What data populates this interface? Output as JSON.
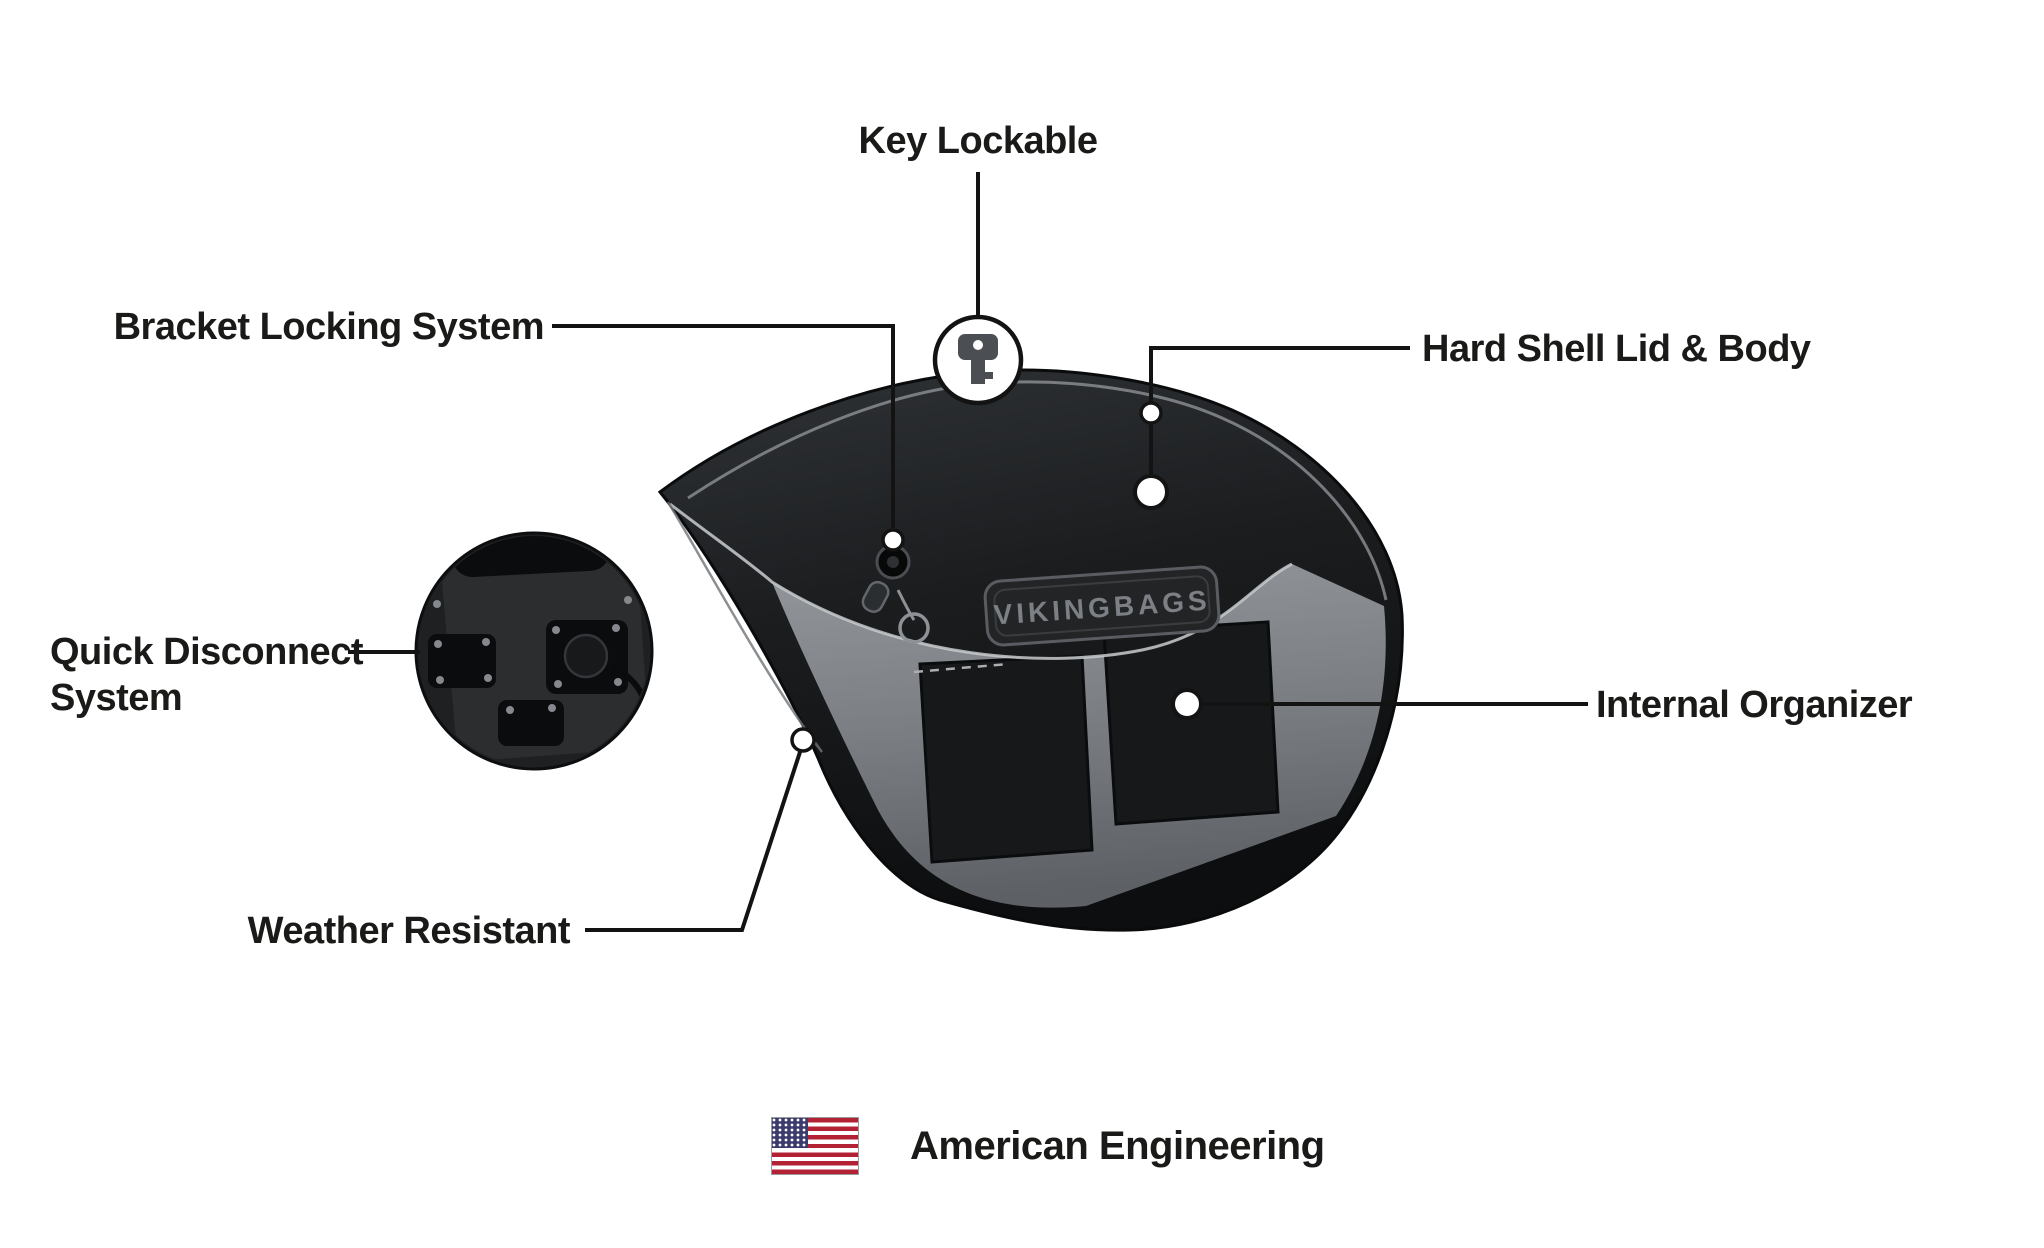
{
  "diagram": {
    "callouts": {
      "key_lockable": "Key Lockable",
      "bracket_locking_system": "Bracket Locking System",
      "hard_shell_lid_body": "Hard Shell Lid & Body",
      "quick_disconnect_line1": "Quick Disconnect",
      "quick_disconnect_line2": "System",
      "internal_organizer": "Internal Organizer",
      "weather_resistant": "Weather Resistant"
    },
    "brand_badge": "VIKINGBAGS",
    "footer": {
      "label": "American Engineering"
    },
    "icons": {
      "key_badge": "key-icon",
      "keyhole": "keyhole-icon",
      "flag": "us-flag-icon"
    },
    "colors": {
      "background": "#ffffff",
      "text": "#1a1a18",
      "callout_line": "#131313",
      "bag_shell_dark": "#1d1f22",
      "bag_panel_gray": "#7d8186",
      "flag_red": "#b22234",
      "flag_blue": "#3c3b6e"
    }
  }
}
